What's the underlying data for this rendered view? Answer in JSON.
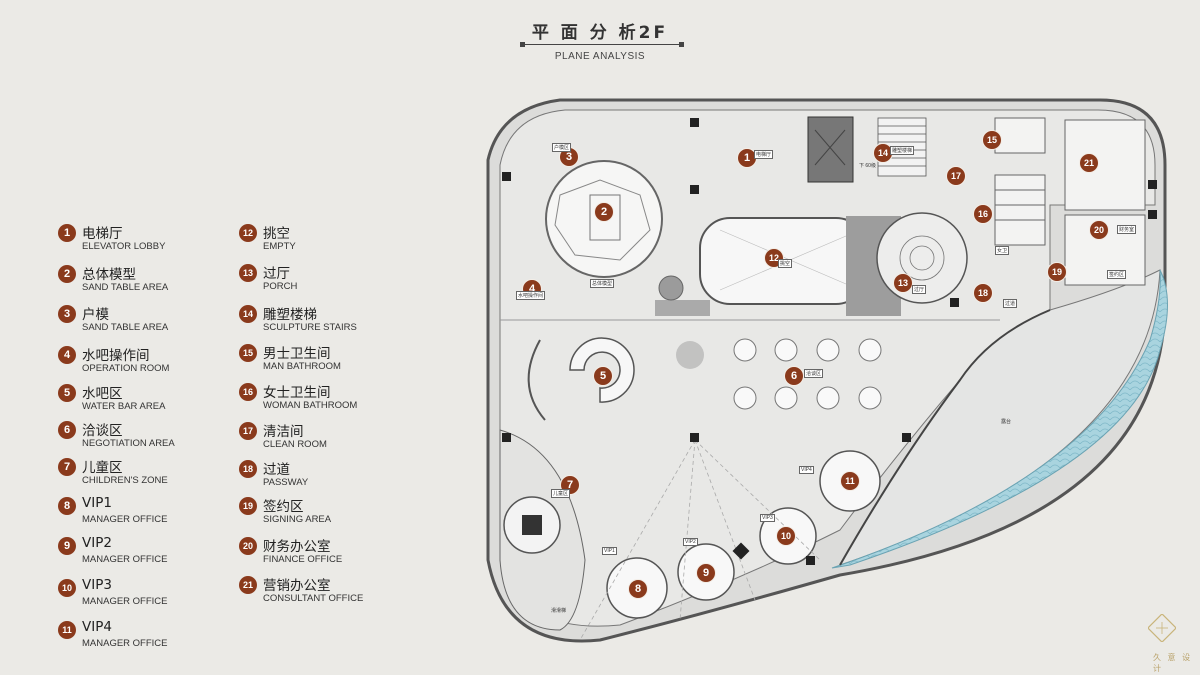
{
  "header": {
    "title_zh": "平 面 分 析2F",
    "title_en": "PLANE ANALYSIS"
  },
  "legend": [
    {
      "num": "1",
      "zh": "电梯厅",
      "en": "ELEVATOR LOBBY"
    },
    {
      "num": "2",
      "zh": "总体模型",
      "en": "SAND TABLE AREA"
    },
    {
      "num": "3",
      "zh": "户模",
      "en": "SAND TABLE AREA"
    },
    {
      "num": "4",
      "zh": "水吧操作间",
      "en": "OPERATION ROOM"
    },
    {
      "num": "5",
      "zh": "水吧区",
      "en": "WATER BAR AREA"
    },
    {
      "num": "6",
      "zh": "洽谈区",
      "en": "NEGOTIATION AREA"
    },
    {
      "num": "7",
      "zh": "儿童区",
      "en": "CHILDREN'S ZONE"
    },
    {
      "num": "8",
      "zh": "VIP1",
      "en": "MANAGER OFFICE"
    },
    {
      "num": "9",
      "zh": "VIP2",
      "en": "MANAGER OFFICE"
    },
    {
      "num": "10",
      "zh": "VIP3",
      "en": "MANAGER OFFICE"
    },
    {
      "num": "11",
      "zh": "VIP4",
      "en": "MANAGER OFFICE"
    },
    {
      "num": "12",
      "zh": "挑空",
      "en": "EMPTY"
    },
    {
      "num": "13",
      "zh": "过厅",
      "en": "PORCH"
    },
    {
      "num": "14",
      "zh": "雕塑楼梯",
      "en": "SCULPTURE STAIRS"
    },
    {
      "num": "15",
      "zh": "男士卫生间",
      "en": "MAN BATHROOM"
    },
    {
      "num": "16",
      "zh": "女士卫生间",
      "en": "WOMAN BATHROOM"
    },
    {
      "num": "17",
      "zh": "清洁间",
      "en": "CLEAN ROOM"
    },
    {
      "num": "18",
      "zh": "过道",
      "en": "PASSWAY"
    },
    {
      "num": "19",
      "zh": "签约区",
      "en": "SIGNING AREA"
    },
    {
      "num": "20",
      "zh": "财务办公室",
      "en": "FINANCE OFFICE"
    },
    {
      "num": "21",
      "zh": "营销办公室",
      "en": "CONSULTANT OFFICE"
    }
  ],
  "plan_labels": {
    "elevator": "电梯厅",
    "model_room": "户模区",
    "sand_table": "总体模型",
    "stair": "雕塑楼梯",
    "stair_down": "下 60级",
    "empty": "挑空",
    "porch": "过厅",
    "passway": "过道",
    "woman": "女卫",
    "finance": "财务室",
    "signing": "签约区",
    "negotiation": "洽谈区",
    "terrace": "露台",
    "kids": "儿童区",
    "slide": "滑滑梯",
    "vip1": "VIP1",
    "vip2": "VIP2",
    "vip3": "VIP3",
    "vip4": "VIP4",
    "water_op": "水吧操作间"
  },
  "brand": {
    "name": "久 意 设 计"
  },
  "colors": {
    "badge": "#8a3a1c",
    "background": "#ebeae6",
    "water": "#9fcfdc"
  }
}
